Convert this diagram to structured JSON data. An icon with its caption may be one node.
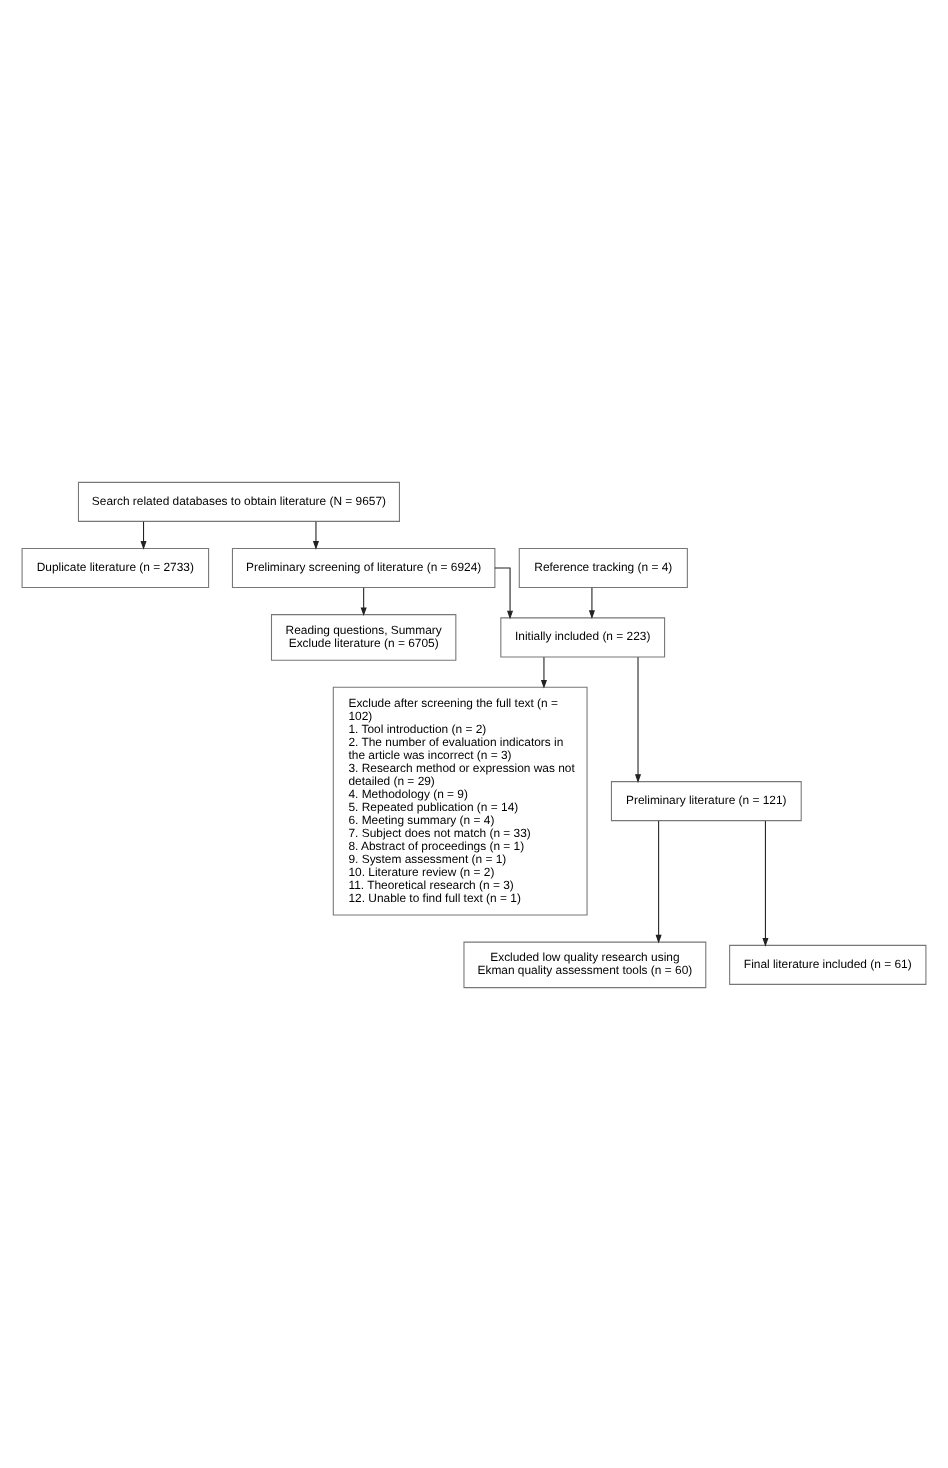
{
  "diagram": {
    "nodes": [
      {
        "text": [
          "Search related databases to obtain literature (N = 9657)"
        ]
      },
      {
        "text": [
          "Duplicate literature (n = 2733)"
        ]
      },
      {
        "text": [
          "Preliminary screening of literature (n = 6924)"
        ]
      },
      {
        "text": [
          "Reference tracking (n = 4)"
        ]
      },
      {
        "text": [
          "Reading questions, Summary Exclude literature (n = 6705)"
        ]
      },
      {
        "text": [
          "Initially included (n = 223)"
        ]
      },
      {
        "text": [
          "Exclude after screening the full text (n = 102)",
          "1. Tool introduction (n = 2)",
          "2. The number of evaluation indicators in the article was incorrect (n = 3)",
          "3. Research method or expression was not detailed (n = 29)",
          "4. Methodology (n = 9)",
          "5. Repeated publication (n = 14)",
          "6. Meeting summary (n = 4)",
          "7. Subject does not match (n = 33)",
          "8. Abstract of proceedings (n = 1)",
          "9. System assessment (n = 1)",
          "10. Literature review (n = 2)",
          "11. Theoretical research (n = 3)",
          "12. Unable to find full text (n = 1)"
        ]
      },
      {
        "text": [
          "Preliminary literature (n = 121)"
        ]
      },
      {
        "text": [
          "Excluded low quality research using Ekman quality assessment tools (n = 60)"
        ]
      },
      {
        "text": [
          "Final literature included (n = 61)"
        ]
      }
    ],
    "edges": [
      {
        "from": 0,
        "to": 1,
        "arrow": "to"
      },
      {
        "from": 0,
        "to": 2,
        "arrow": "to"
      },
      {
        "from": 2,
        "to": 4,
        "arrow": "to"
      },
      {
        "from": 3,
        "to": 5,
        "arrow": "to"
      },
      {
        "from": 2,
        "to": 5,
        "arrow": "to"
      },
      {
        "from": 5,
        "to": 6,
        "arrow": "to"
      },
      {
        "from": 5,
        "to": 7,
        "arrow": "to"
      },
      {
        "from": 7,
        "to": 8,
        "arrow": "to"
      },
      {
        "from": 7,
        "to": 9,
        "arrow": "to"
      }
    ]
  }
}
